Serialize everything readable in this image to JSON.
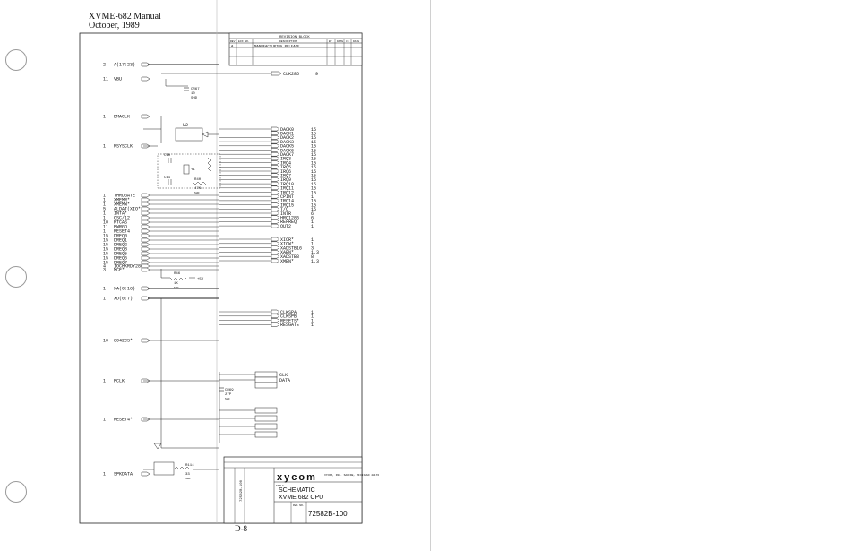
{
  "header": {
    "manual": "XVME-682 Manual",
    "date": "October, 1989"
  },
  "page_number": "D-8",
  "revision_block": {
    "title": "REVISION BLOCK",
    "columns": [
      "REV",
      "ECO NO.",
      "DESCRIPTION",
      "BY",
      "DATE",
      "CK",
      "DATE"
    ],
    "row": {
      "rev": "A",
      "desc": "MANUFACTURING RELEASE"
    }
  },
  "left_signals": [
    {
      "pin": "2",
      "name": "A(17:23)"
    },
    {
      "pin": "11",
      "name": "VBU"
    },
    {
      "pin": "1",
      "name": "DMACLK"
    },
    {
      "pin": "1",
      "name": "RSYSCLK"
    },
    {
      "pin": "1",
      "name": "THRDGATE"
    },
    {
      "pin": "1",
      "name": "XMEMR*"
    },
    {
      "pin": "1",
      "name": "XMEMW*"
    },
    {
      "pin": "5",
      "name": "ALDAT(XIO*"
    },
    {
      "pin": "1",
      "name": "INTA*"
    },
    {
      "pin": "1",
      "name": "OSC/12"
    },
    {
      "pin": "10",
      "name": "RTCAS"
    },
    {
      "pin": "11",
      "name": "PWRGD"
    },
    {
      "pin": "1",
      "name": "RESET4"
    },
    {
      "pin": "15",
      "name": "DREQ0"
    },
    {
      "pin": "15",
      "name": "DREQ1"
    },
    {
      "pin": "15",
      "name": "DREQ2"
    },
    {
      "pin": "15",
      "name": "DREQ3"
    },
    {
      "pin": "15",
      "name": "DREQ5"
    },
    {
      "pin": "15",
      "name": "DREQ6"
    },
    {
      "pin": "15",
      "name": "DREQ7"
    },
    {
      "pin": "4",
      "name": "IOCHKRDY286"
    },
    {
      "pin": "3",
      "name": "MCE*"
    },
    {
      "pin": "1",
      "name": "XA(0:16)"
    },
    {
      "pin": "1",
      "name": "XD(0:7)"
    },
    {
      "pin": "10",
      "name": "8042CS*"
    },
    {
      "pin": "1",
      "name": "PCLK"
    },
    {
      "pin": "1",
      "name": "RESET4*"
    },
    {
      "pin": "1",
      "name": "SPKDATA"
    }
  ],
  "right_signals_a": [
    {
      "name": "DACK0",
      "sheet": "15"
    },
    {
      "name": "DACK1",
      "sheet": "15"
    },
    {
      "name": "DACK2",
      "sheet": "15"
    },
    {
      "name": "DACK3",
      "sheet": "15"
    },
    {
      "name": "DACK5",
      "sheet": "15"
    },
    {
      "name": "DACK6",
      "sheet": "15"
    },
    {
      "name": "DACK7",
      "sheet": "15"
    },
    {
      "name": "IRQ3",
      "sheet": "15"
    },
    {
      "name": "IRQ4",
      "sheet": "15"
    },
    {
      "name": "IRQ5",
      "sheet": "15"
    },
    {
      "name": "IRQ6",
      "sheet": "15"
    },
    {
      "name": "IRQ7",
      "sheet": "15"
    },
    {
      "name": "IRQ9",
      "sheet": "15"
    },
    {
      "name": "IRQ10",
      "sheet": "15"
    },
    {
      "name": "IRQ11",
      "sheet": "15"
    },
    {
      "name": "IRQ12",
      "sheet": "15"
    },
    {
      "name": "CPINT",
      "sheet": "1"
    },
    {
      "name": "IRQ14",
      "sheet": "15"
    },
    {
      "name": "IRQ15",
      "sheet": "15"
    },
    {
      "name": "T/C",
      "sheet": "15"
    },
    {
      "name": "INTR",
      "sheet": "6"
    },
    {
      "name": "HRQ1286",
      "sheet": "6"
    },
    {
      "name": "REFREQ",
      "sheet": "1"
    },
    {
      "name": "OUT2",
      "sheet": "1"
    }
  ],
  "right_signals_b": [
    {
      "name": "XIOR*",
      "sheet": "1"
    },
    {
      "name": "XIOW*",
      "sheet": "1"
    },
    {
      "name": "XADSTB16",
      "sheet": "3"
    },
    {
      "name": "XAEN*",
      "sheet": "1,3"
    },
    {
      "name": "XADSTB8",
      "sheet": "8"
    },
    {
      "name": "XMEN*",
      "sheet": "1,3"
    }
  ],
  "right_signals_c": [
    {
      "name": "CLKSPA",
      "sheet": "1"
    },
    {
      "name": "CLKSPB",
      "sheet": "1"
    },
    {
      "name": "RESETS*",
      "sheet": "1"
    },
    {
      "name": "RESGATE",
      "sheet": "1"
    }
  ],
  "clk_out": {
    "name": "CLK286",
    "sheet": "9"
  },
  "keyboard": {
    "clk": "CLK",
    "data": "DATA"
  },
  "parts": {
    "c_vbu": [
      "CR67",
      "10",
      "SHD"
    ],
    "u2": "U2",
    "c10": "C10",
    "c11": "C11",
    "y1": "Y1",
    "r40": [
      "R40",
      "47K",
      "SHD"
    ],
    "r46": [
      "R46",
      "1K",
      "SHD"
    ],
    "vcc": "+5V",
    "c_pclk": [
      "CR69",
      "27P",
      "SHD"
    ],
    "r114": [
      "R114",
      "33",
      "SHD"
    ]
  },
  "title_block": {
    "company": "xycom",
    "title_label": "TITLE",
    "title_line1": "SCHEMATIC",
    "title_line2": "XVME 682 CPU",
    "dwg_label": "DWG NO.",
    "dwg_no": "72582B-100",
    "address": "XYCOM, INC. SALINE, MICHIGAN 48176",
    "side_no": "72582B-100"
  }
}
